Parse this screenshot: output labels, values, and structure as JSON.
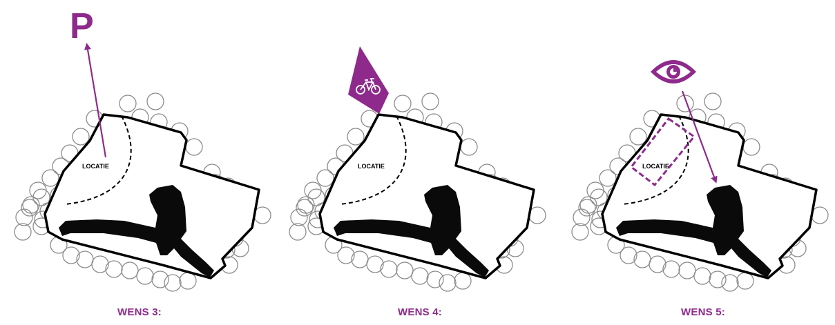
{
  "colors": {
    "accent": "#8e2a8c",
    "outline": "#000000",
    "tree": "#8c8c8c",
    "building": "#0a0a0a"
  },
  "panels": [
    {
      "caption": "WENS 3:",
      "area_label": "LOCATIE",
      "symbol": "parking-p-icon",
      "symbol_text": "P"
    },
    {
      "caption": "WENS 4:",
      "area_label": "LOCATIE",
      "symbol": "bicycle-icon"
    },
    {
      "caption": "WENS 5:",
      "area_label": "LOCATIE",
      "symbol": "eye-icon"
    }
  ]
}
